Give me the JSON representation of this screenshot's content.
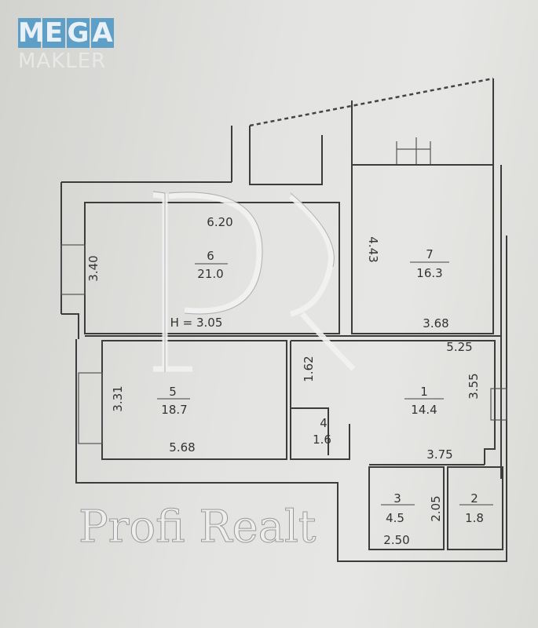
{
  "logo": {
    "letters": [
      "M",
      "E",
      "G",
      "A"
    ],
    "sub": "MAKLER",
    "color": "#5e9fc8"
  },
  "watermark": {
    "text": "Profi Realt",
    "monogram": "PR"
  },
  "plan": {
    "ceiling_height": "H = 3.05",
    "rooms": [
      {
        "number": "1",
        "area": "14.4"
      },
      {
        "number": "2",
        "area": "1.8"
      },
      {
        "number": "3",
        "area": "4.5"
      },
      {
        "number": "4",
        "area": "1.6"
      },
      {
        "number": "5",
        "area": "18.7"
      },
      {
        "number": "6",
        "area": "21.0"
      },
      {
        "number": "7",
        "area": "16.3"
      }
    ],
    "dimensions": {
      "d620": "6.20",
      "d340": "3.40",
      "d443": "4.43",
      "d368": "3.68",
      "d525": "5.25",
      "d162": "1.62",
      "d331": "3.31",
      "d568": "5.68",
      "d355": "3.55",
      "d375": "3.75",
      "d205": "2.05",
      "d250": "2.50"
    }
  }
}
